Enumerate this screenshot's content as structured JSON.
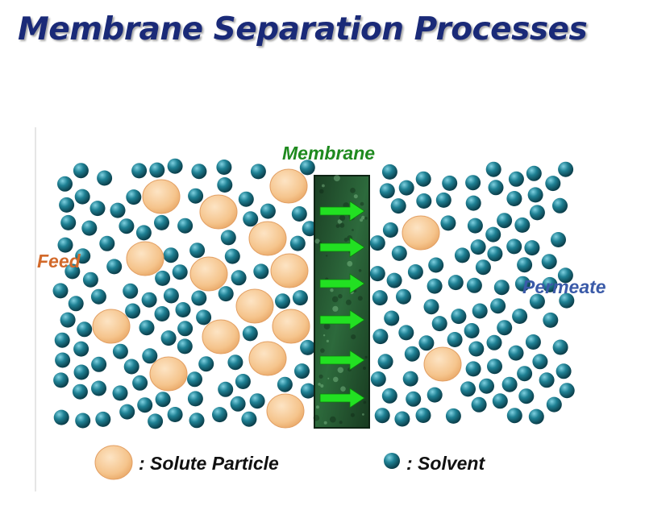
{
  "title": "Membrane Separation Processes",
  "labels": {
    "membrane": "Membrane",
    "feed": "Feed",
    "permeate": "Permeate"
  },
  "legend": {
    "solute": ": Solute Particle",
    "solvent": ": Solvent"
  },
  "colors": {
    "title": "#1a2a78",
    "membrane_label": "#1f8a1f",
    "feed_label": "#d2692a",
    "permeate_label": "#3a5aa8",
    "legend_text": "#111111",
    "solvent_fill": "#1d6f80",
    "solute_fill": "#f5c99a",
    "membrane_fill": "#1f4a2a",
    "arrow": "#22e022"
  }
}
